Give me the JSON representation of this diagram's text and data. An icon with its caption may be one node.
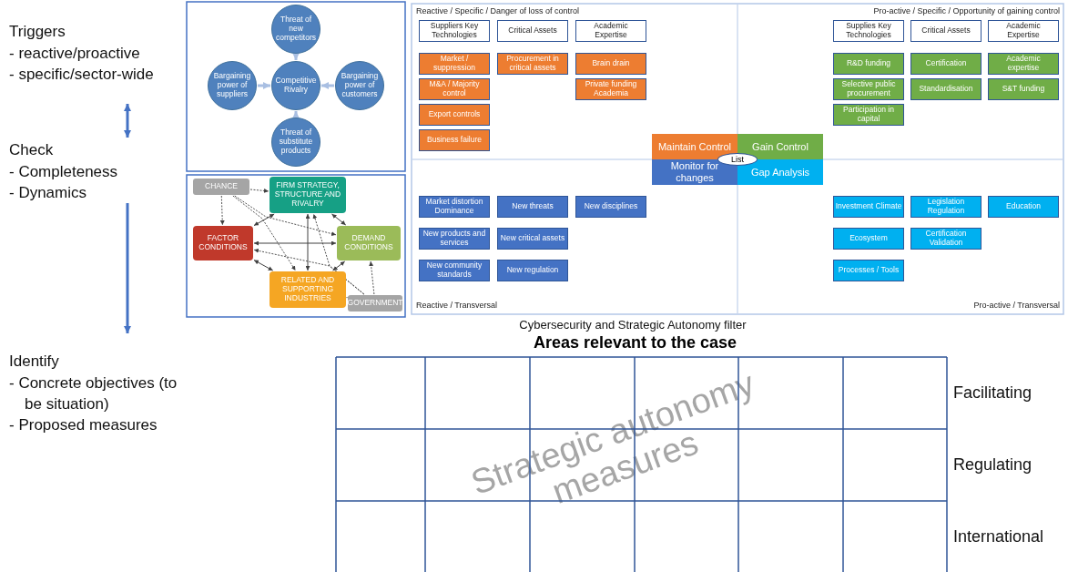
{
  "diagram": {
    "nodes": [
      {
        "text": [
          "Triggers",
          "- reactive/proactive",
          "- specific/sector-wide"
        ]
      },
      {
        "text": [
          "Check",
          "- Completeness",
          "- Dynamics"
        ]
      },
      {
        "text": [
          "Identify",
          "- Concrete objectives (to be situation)",
          "- Proposed measures"
        ]
      },
      {
        "text": [
          "Threat of new competitors"
        ]
      },
      {
        "text": [
          "Bargaining power of suppliers"
        ]
      },
      {
        "text": [
          "Competitive Rivalry"
        ]
      },
      {
        "text": [
          "Bargaining power of customers"
        ]
      },
      {
        "text": [
          "Threat of substitute products"
        ]
      },
      {
        "text": [
          "CHANCE"
        ]
      },
      {
        "text": [
          "FIRM STRATEGY, STRUCTURE AND RIVALRY"
        ]
      },
      {
        "text": [
          "FACTOR CONDITIONS"
        ]
      },
      {
        "text": [
          "DEMAND CONDITIONS"
        ]
      },
      {
        "text": [
          "RELATED AND SUPPORTING INDUSTRIES"
        ]
      },
      {
        "text": [
          "GOVERNMENT"
        ]
      },
      {
        "text": [
          "Suppliers Key Technologies"
        ]
      },
      {
        "text": [
          "Critical Assets"
        ]
      },
      {
        "text": [
          "Academic Expertise"
        ]
      },
      {
        "text": [
          "Market / suppression"
        ]
      },
      {
        "text": [
          "Procurement in critical assets"
        ]
      },
      {
        "text": [
          "Brain drain"
        ]
      },
      {
        "text": [
          "M&A / Majority control"
        ]
      },
      {
        "text": [
          "Private funding Academia"
        ]
      },
      {
        "text": [
          "Export controls"
        ]
      },
      {
        "text": [
          "Business failure"
        ]
      },
      {
        "text": [
          "Supplies Key Technologies"
        ]
      },
      {
        "text": [
          "Critical Assets"
        ]
      },
      {
        "text": [
          "Academic Expertise"
        ]
      },
      {
        "text": [
          "R&D funding"
        ]
      },
      {
        "text": [
          "Certification"
        ]
      },
      {
        "text": [
          "Academic expertise"
        ]
      },
      {
        "text": [
          "Selective public procurement"
        ]
      },
      {
        "text": [
          "Standardisation"
        ]
      },
      {
        "text": [
          "S&T funding"
        ]
      },
      {
        "text": [
          "Participation in capital"
        ]
      },
      {
        "text": [
          "Maintain Control"
        ]
      },
      {
        "text": [
          "Gain Control"
        ]
      },
      {
        "text": [
          "Monitor for changes"
        ]
      },
      {
        "text": [
          "Gap Analysis"
        ]
      },
      {
        "text": [
          "List"
        ]
      },
      {
        "text": [
          "Market distortion Dominance"
        ]
      },
      {
        "text": [
          "New threats"
        ]
      },
      {
        "text": [
          "New disciplines"
        ]
      },
      {
        "text": [
          "New products and services"
        ]
      },
      {
        "text": [
          "New critical assets"
        ]
      },
      {
        "text": [
          "New community standards"
        ]
      },
      {
        "text": [
          "New regulation"
        ]
      },
      {
        "text": [
          "Investment Climate"
        ]
      },
      {
        "text": [
          "Legislation Regulation"
        ]
      },
      {
        "text": [
          "Education"
        ]
      },
      {
        "text": [
          "Ecosystem"
        ]
      },
      {
        "text": [
          "Certification Validation"
        ]
      },
      {
        "text": [
          "Processes / Tools"
        ]
      }
    ],
    "edges": [
      {
        "from": 0,
        "to": 1,
        "arrow": "both",
        "style": "thick",
        "color": "#4472c4"
      },
      {
        "from": 1,
        "to": 2,
        "arrow": "to",
        "style": "thick",
        "color": "#4472c4"
      },
      {
        "from": 3,
        "to": 5,
        "arrow": "to",
        "style": "thick",
        "color": "#a9bfe2"
      },
      {
        "from": 4,
        "to": 5,
        "arrow": "to",
        "style": "thick",
        "color": "#a9bfe2"
      },
      {
        "from": 6,
        "to": 5,
        "arrow": "to",
        "style": "thick",
        "color": "#a9bfe2"
      },
      {
        "from": 7,
        "to": 5,
        "arrow": "to",
        "style": "thick",
        "color": "#a9bfe2"
      },
      {
        "from": 9,
        "to": 10,
        "arrow": "both"
      },
      {
        "from": 9,
        "to": 11,
        "arrow": "both"
      },
      {
        "from": 9,
        "to": 12,
        "arrow": "both"
      },
      {
        "from": 10,
        "to": 11,
        "arrow": "both"
      },
      {
        "from": 10,
        "to": 12,
        "arrow": "both"
      },
      {
        "from": 11,
        "to": 12,
        "arrow": "both"
      },
      {
        "from": 8,
        "to": 9,
        "arrow": "to",
        "style": "dashed"
      },
      {
        "from": 8,
        "to": 10,
        "arrow": "to",
        "style": "dashed"
      },
      {
        "from": 8,
        "to": 12,
        "arrow": "to",
        "style": "dashed"
      },
      {
        "from": 8,
        "to": 11,
        "arrow": "to",
        "style": "dashed"
      },
      {
        "from": 13,
        "to": 12,
        "arrow": "both",
        "style": "dashed"
      },
      {
        "from": 13,
        "to": 11,
        "arrow": "to",
        "style": "dashed"
      },
      {
        "from": 13,
        "to": 9,
        "arrow": "to",
        "style": "dashed"
      },
      {
        "from": 13,
        "to": 10,
        "arrow": "to",
        "style": "dashed"
      }
    ],
    "labels": [
      "Reactive / Specific / Danger of loss of control",
      "Pro-active / Specific / Opportunity of gaining control",
      "Reactive / Transversal",
      "Pro-active / Transversal",
      "Cybersecurity and Strategic Autonomy filter",
      "Areas relevant to the case",
      "Facilitating",
      "Strategic autonomy measures",
      "Regulating",
      "International"
    ]
  }
}
